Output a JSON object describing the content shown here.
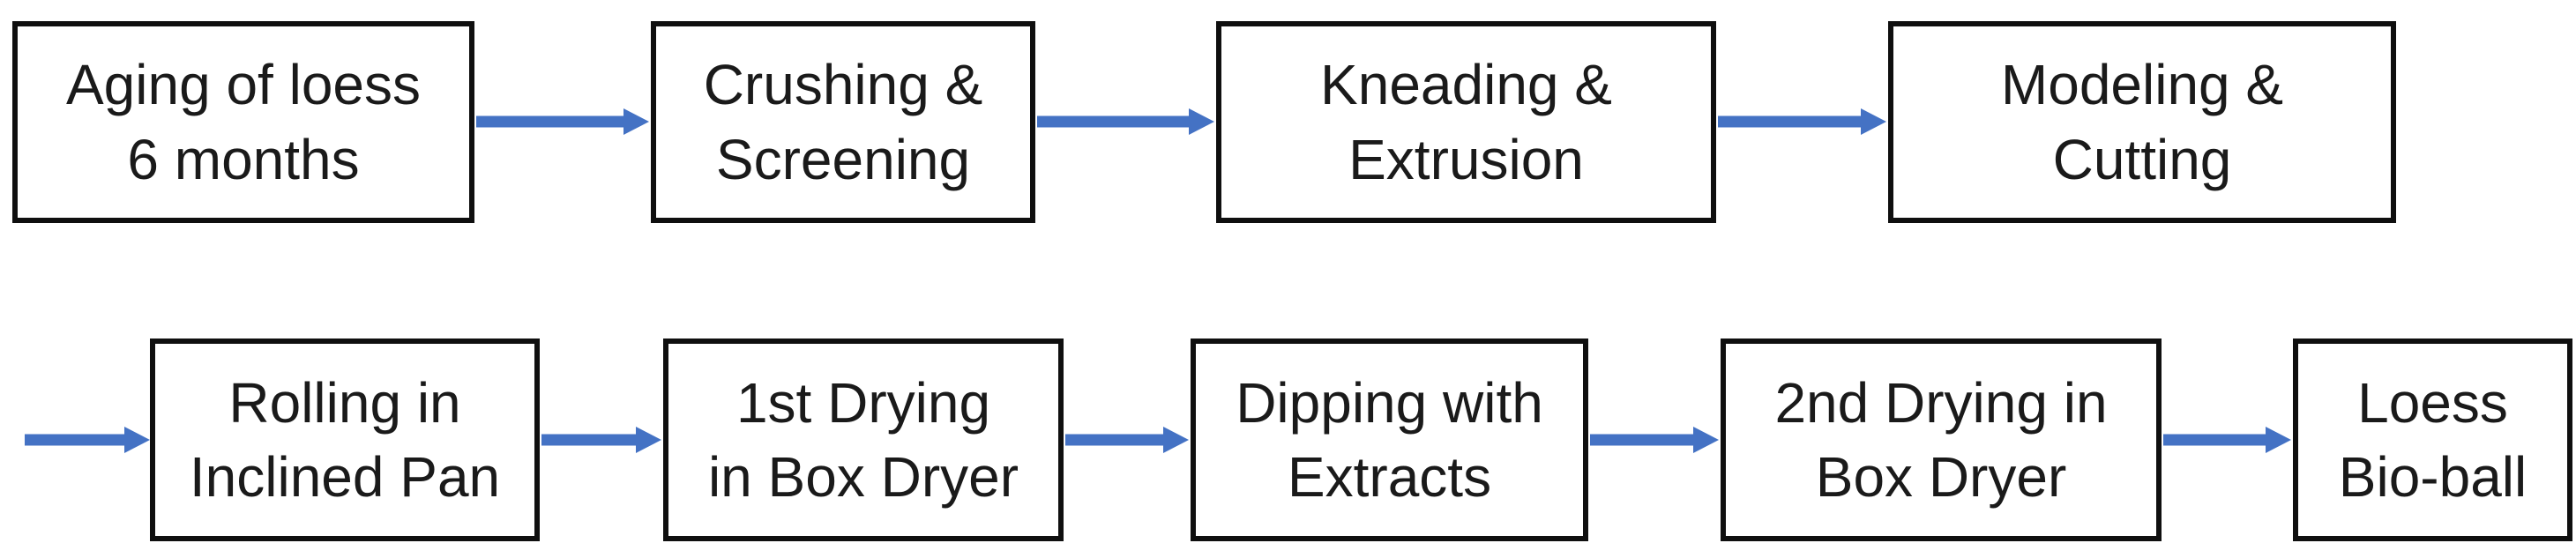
{
  "diagram": {
    "type": "process-flowchart",
    "description": "Loess Bio-ball manufacturing process flow, two rows of boxes connected by arrows"
  },
  "colors": {
    "arrow": "#4472C4",
    "box_border": "#0f0f0f",
    "text": "#1a1a1a",
    "background": "#ffffff"
  },
  "flow": {
    "steps": [
      {
        "line1": "Aging of loess",
        "line2": "6 months"
      },
      {
        "line1": "Crushing &",
        "line2": "Screening"
      },
      {
        "line1": "Kneading &",
        "line2": "Extrusion"
      },
      {
        "line1": "Modeling &",
        "line2": "Cutting"
      },
      {
        "line1": "Rolling in",
        "line2": "Inclined Pan"
      },
      {
        "line1": "1st Drying",
        "line2": "in Box Dryer"
      },
      {
        "line1": "Dipping with",
        "line2": "Extracts"
      },
      {
        "line1": "2nd Drying in",
        "line2": "Box Dryer"
      },
      {
        "line1": "Loess",
        "line2": "Bio-ball"
      }
    ]
  }
}
